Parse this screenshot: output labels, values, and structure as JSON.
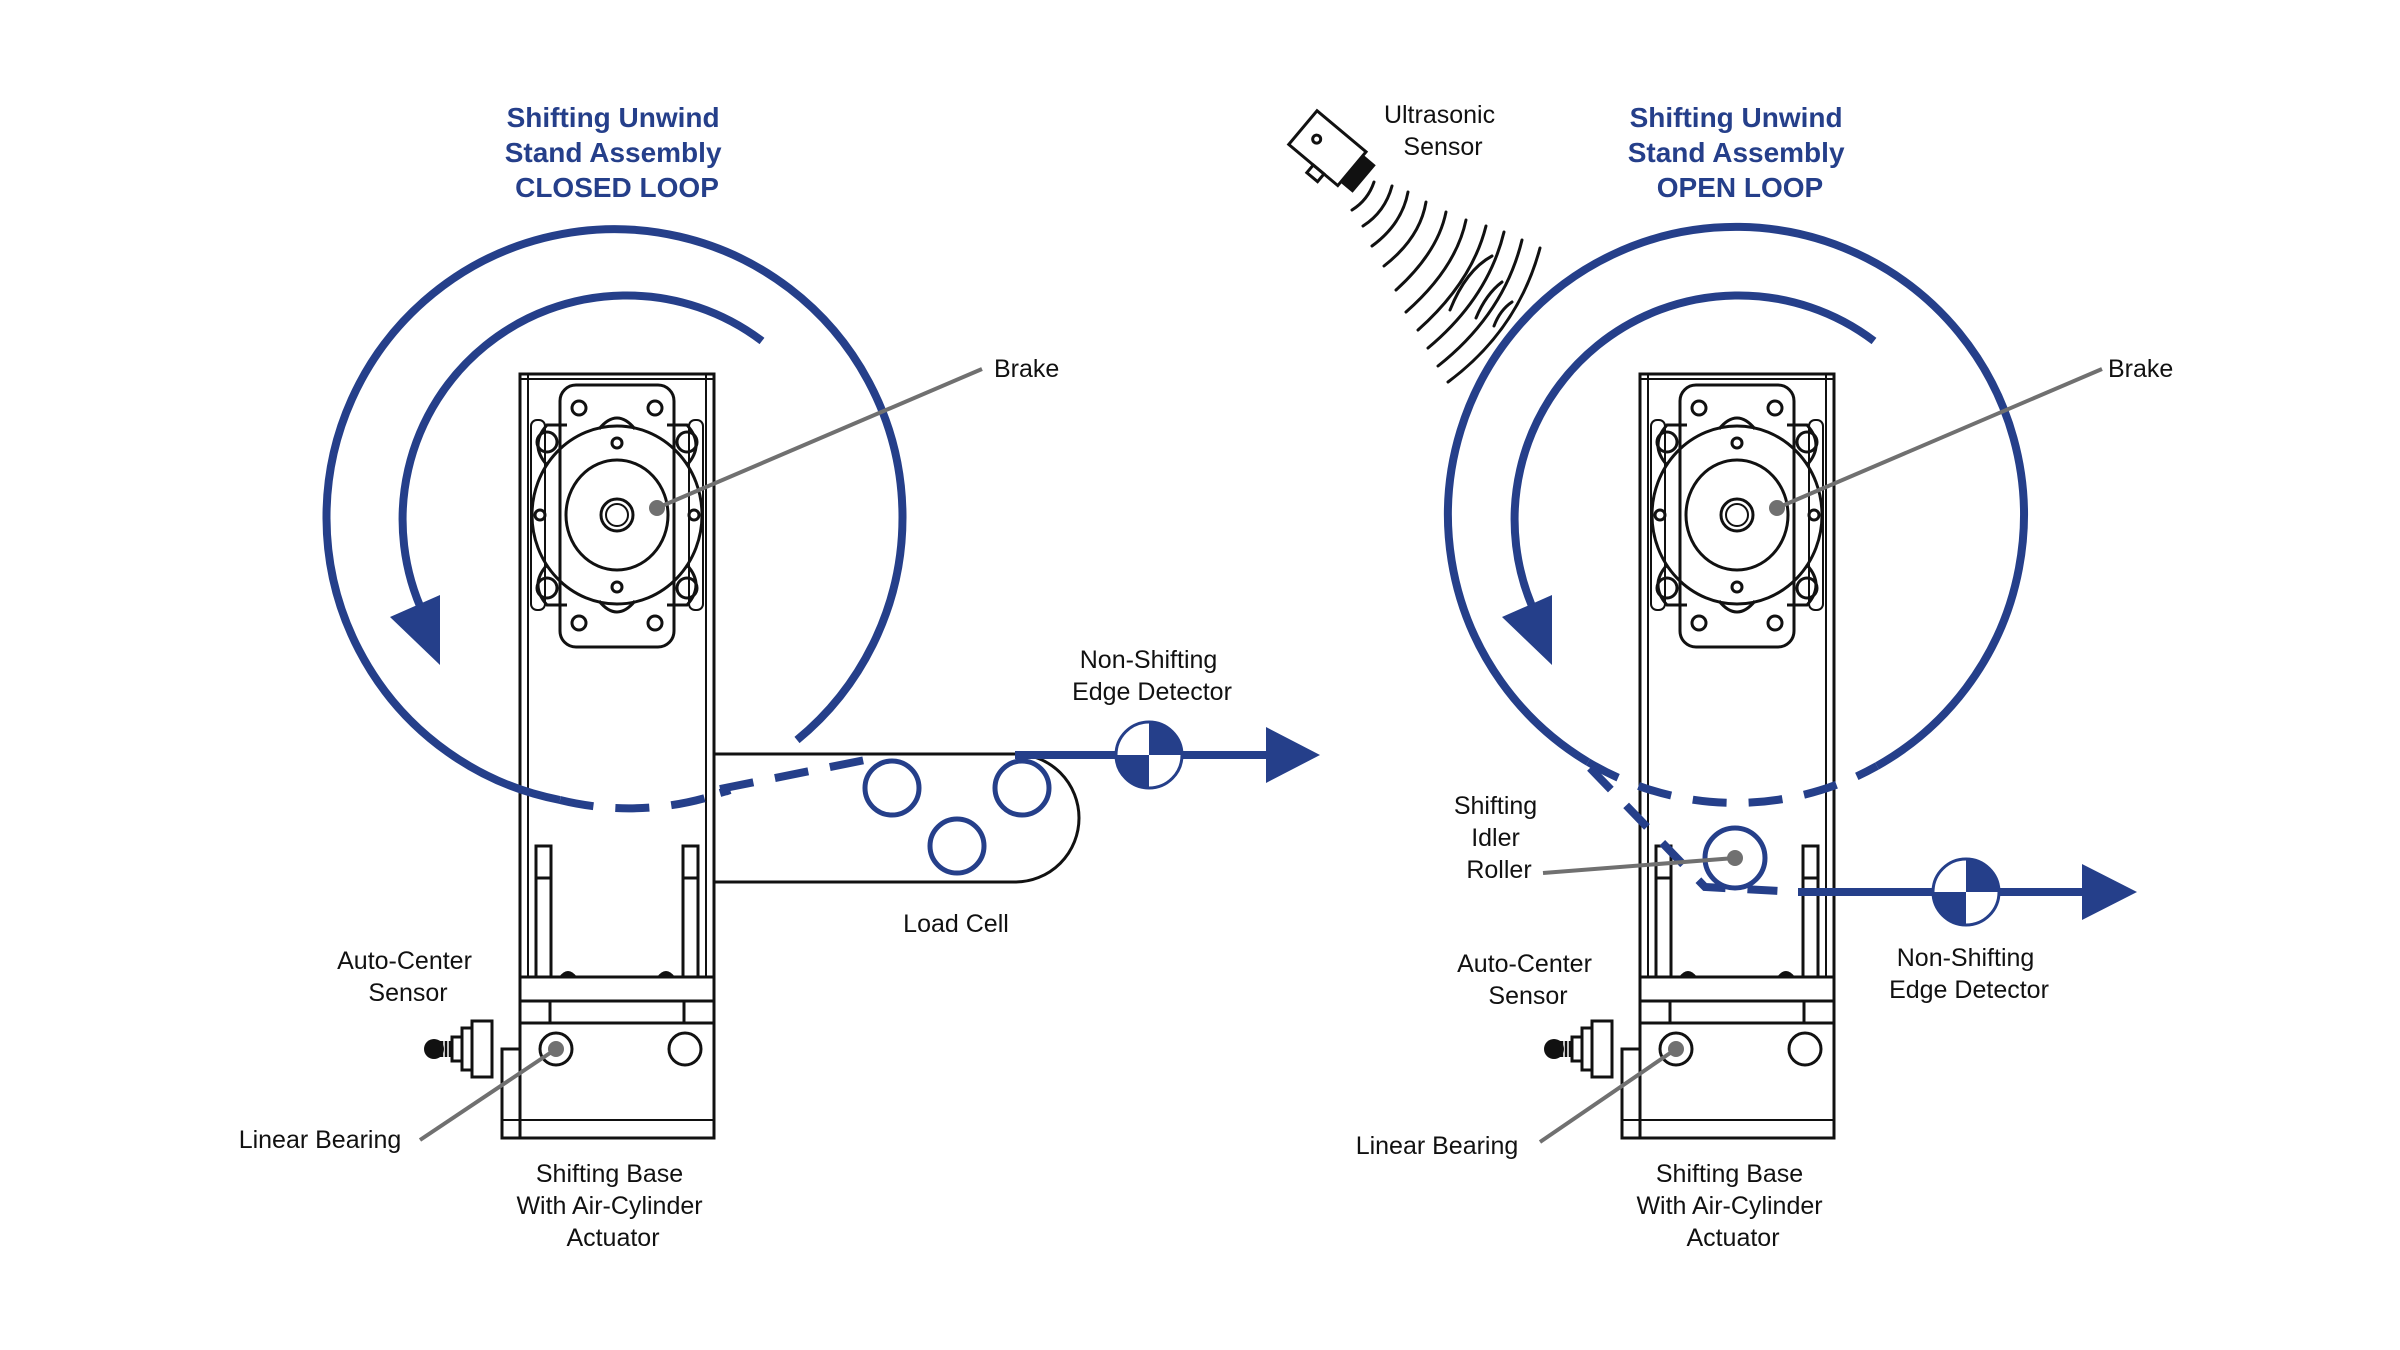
{
  "colors": {
    "accent": "#253f8a",
    "ink": "#111111",
    "leader": "#707070",
    "background": "#ffffff"
  },
  "closed_loop": {
    "title": [
      "Shifting Unwind",
      "Stand Assembly",
      "CLOSED LOOP"
    ],
    "labels": {
      "brake": "Brake",
      "edge_detector": [
        "Non-Shifting",
        "Edge Detector"
      ],
      "load_cell": "Load Cell",
      "auto_center_sensor": [
        "Auto-Center",
        "Sensor"
      ],
      "linear_bearing": "Linear Bearing",
      "shifting_base": [
        "Shifting Base",
        "With Air-Cylinder",
        "Actuator"
      ]
    }
  },
  "open_loop": {
    "title": [
      "Shifting Unwind",
      "Stand Assembly",
      "OPEN LOOP"
    ],
    "labels": {
      "ultrasonic_sensor": [
        "Ultrasonic",
        "Sensor"
      ],
      "brake": "Brake",
      "idler_roller": [
        "Shifting",
        "Idler",
        "Roller"
      ],
      "edge_detector": [
        "Non-Shifting",
        "Edge Detector"
      ],
      "auto_center_sensor": [
        "Auto-Center",
        "Sensor"
      ],
      "linear_bearing": "Linear Bearing",
      "shifting_base": [
        "Shifting Base",
        "With Air-Cylinder",
        "Actuator"
      ]
    }
  }
}
